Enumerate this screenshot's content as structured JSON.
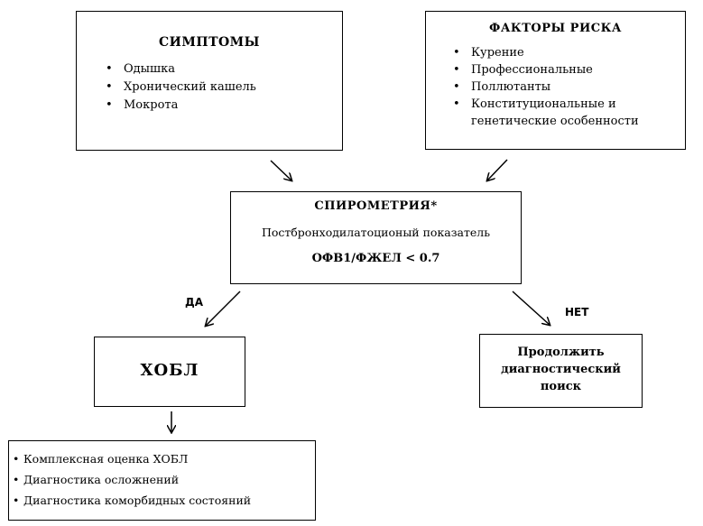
{
  "symptoms": {
    "title": "СИМПТОМЫ",
    "items": [
      "Одышка",
      "Хронический кашель",
      "Мокрота"
    ]
  },
  "risk_factors": {
    "title": "ФАКТОРЫ РИСКА",
    "items": [
      "Курение",
      "Профессиональные",
      "Поллютанты",
      "Конституциональные и генетические особенности"
    ]
  },
  "spirometry": {
    "title": "СПИРОМЕТРИЯ*",
    "subtitle": "Постбронходилатоционый показатель",
    "formula": "ОФВ1/ФЖЕЛ < 0.7"
  },
  "branches": {
    "yes_label": "ДА",
    "no_label": "НЕТ"
  },
  "copd": {
    "title": "ХОБЛ"
  },
  "continue": {
    "title": "Продолжить диагностический поиск"
  },
  "copd_actions": {
    "items": [
      "Комплексная оценка ХОБЛ",
      "Диагностика осложнений",
      "Диагностика коморбидных состояний"
    ]
  }
}
